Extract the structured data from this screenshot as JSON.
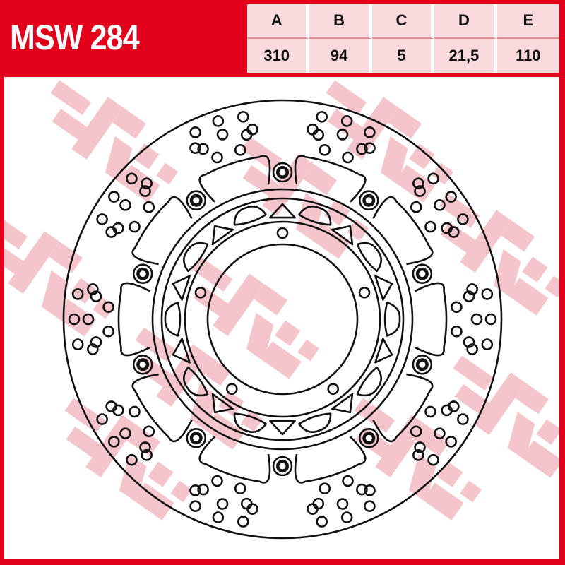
{
  "header": {
    "title": "MSW 284",
    "brand_color": "#e2001a",
    "table_bg": "#fadadd"
  },
  "spec_table": {
    "columns": [
      "A",
      "B",
      "C",
      "D",
      "E"
    ],
    "values": [
      "310",
      "94",
      "5",
      "21,5",
      "110"
    ]
  },
  "diagram": {
    "type": "brake-disc-drawing",
    "watermark": "TRW",
    "watermark_color": "#f4c6cb",
    "bolt_count": 10
  }
}
